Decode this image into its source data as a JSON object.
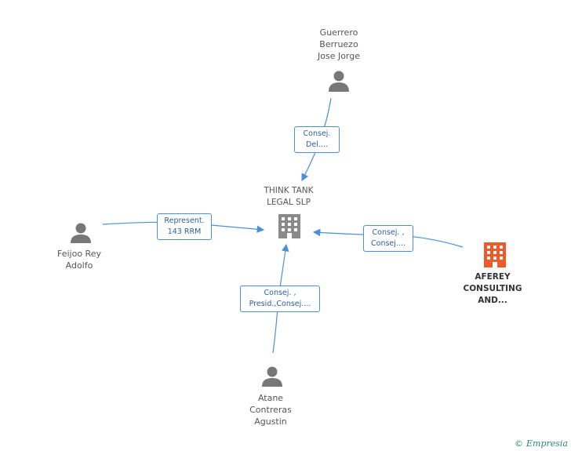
{
  "company": {
    "name_line1": "THINK TANK",
    "name_line2": "LEGAL  SLP"
  },
  "related_company": {
    "name_line1": "AFEREY",
    "name_line2": "CONSULTING",
    "name_line3": "AND..."
  },
  "persons": {
    "top": {
      "line1": "Guerrero",
      "line2": "Berruezo",
      "line3": "Jose Jorge"
    },
    "left": {
      "line1": "Feijoo Rey",
      "line2": "Adolfo"
    },
    "bottom": {
      "line1": "Atane",
      "line2": "Contreras",
      "line3": "Agustin"
    }
  },
  "edges": {
    "top": {
      "line1": "Consej.",
      "line2": "Del...."
    },
    "left": {
      "line1": "Represent.",
      "line2": "143 RRM"
    },
    "right": {
      "line1": "Consej. ,",
      "line2": "Consej...."
    },
    "bottom": {
      "line1": "Consej. ,",
      "line2": "Presid.,Consej...."
    }
  },
  "footer": {
    "copyright": "©",
    "brand": "Empresia"
  },
  "colors": {
    "edge": "#4a90d9",
    "central_building": "#8a8a8a",
    "related_building": "#f05a28",
    "person": "#777777"
  }
}
